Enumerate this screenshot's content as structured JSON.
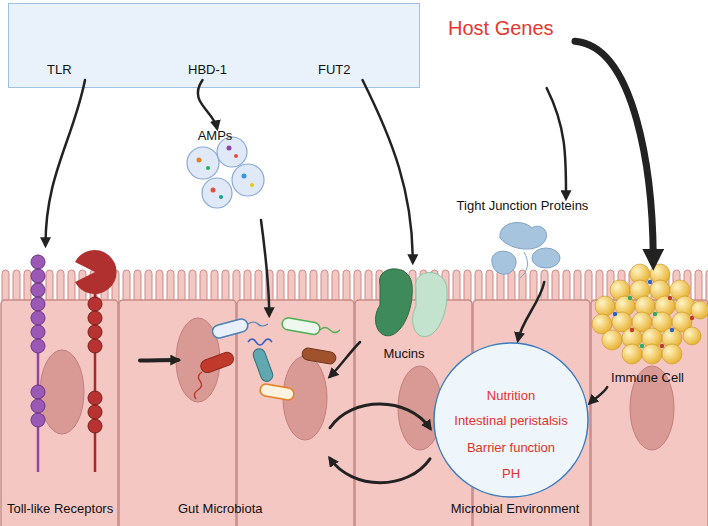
{
  "diagram": {
    "nodes": [
      {
        "text": [
          "Host Genes"
        ]
      },
      {
        "text": [
          "TLR"
        ],
        "in": 0
      },
      {
        "text": [
          "HBD-1"
        ],
        "in": 0
      },
      {
        "text": [
          "FUT2"
        ],
        "in": 0
      },
      {
        "text": [
          "AMPs"
        ]
      },
      {
        "text": [
          "Tight Junction Proteins"
        ]
      },
      {
        "text": [
          "Mucins"
        ]
      },
      {
        "text": [
          "Immune Cell"
        ]
      },
      {
        "text": [
          "Microbial Environment",
          "Nutrition",
          "Intestinal peristalsis",
          "Barrier function",
          "PH"
        ]
      },
      {
        "text": [
          "Toll-like Receptors"
        ]
      },
      {
        "text": [
          "Gut Microbiota"
        ]
      }
    ],
    "edges": [
      {
        "from": 1,
        "to": 9,
        "arrow": "to"
      },
      {
        "from": 2,
        "to": 4,
        "arrow": "to"
      },
      {
        "from": 3,
        "to": 6,
        "arrow": "to"
      },
      {
        "from": 0,
        "to": 5,
        "arrow": "to"
      },
      {
        "from": 0,
        "to": 7,
        "arrow": "to"
      },
      {
        "from": 9,
        "to": 10,
        "arrow": "to"
      },
      {
        "from": 4,
        "to": 10,
        "arrow": "to"
      },
      {
        "from": 6,
        "to": 10,
        "arrow": "to"
      },
      {
        "from": 5,
        "to": 8,
        "arrow": "to"
      },
      {
        "from": 7,
        "to": 8,
        "arrow": "to"
      },
      {
        "from": 10,
        "to": 8,
        "arrow": "both"
      }
    ]
  }
}
